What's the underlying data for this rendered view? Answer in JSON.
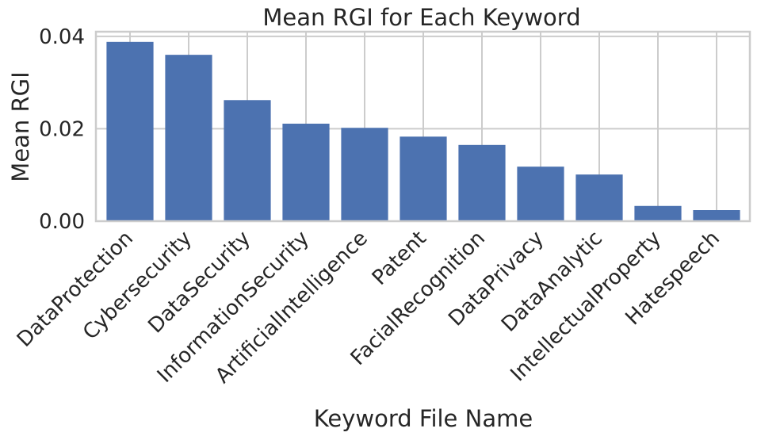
{
  "chart_data": {
    "type": "bar",
    "title": "Mean RGI for Each Keyword",
    "xlabel": "Keyword File Name",
    "ylabel": "Mean RGI",
    "categories": [
      "DataProtection",
      "Cybersecurity",
      "DataSecurity",
      "InformationSecurity",
      "ArtificialIntelligence",
      "Patent",
      "FacialRecognition",
      "DataPrivacy",
      "DataAnalytic",
      "IntellectualProperty",
      "Hatespeech"
    ],
    "values": [
      0.0388,
      0.036,
      0.0262,
      0.0211,
      0.0202,
      0.0183,
      0.0165,
      0.0118,
      0.0101,
      0.0033,
      0.0024
    ],
    "ylim": [
      0,
      0.041
    ],
    "yticks": [
      0.0,
      0.02,
      0.04
    ],
    "ytick_labels": [
      "0.00",
      "0.02",
      "0.04"
    ],
    "grid": true,
    "colors": {
      "bar": "#4c72b0",
      "grid": "#cccccc",
      "frame": "#cccccc",
      "text": "#262626"
    }
  }
}
